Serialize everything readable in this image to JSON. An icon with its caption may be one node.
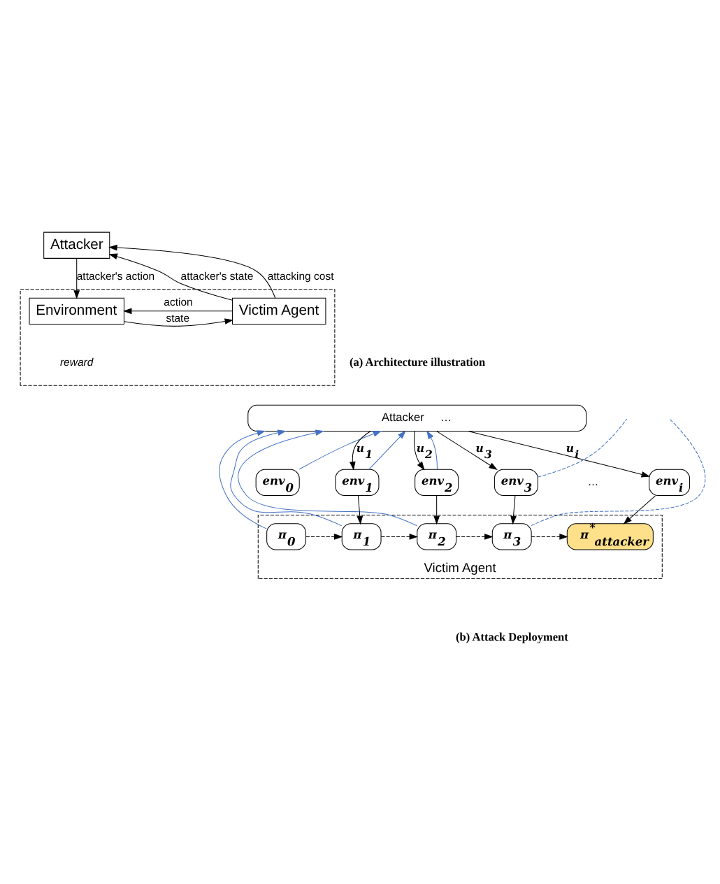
{
  "diagram": {
    "nodes": [
      {
        "text": [
          "Attacker"
        ]
      },
      {
        "text": [],
        "shape": "box"
      },
      {
        "text": [
          "Environment"
        ],
        "in": 1
      },
      {
        "text": [
          "Victim Agent"
        ],
        "in": 1
      },
      {
        "text": [
          "Attacker",
          "…"
        ]
      },
      {
        "text": [
          "env$_{0}$"
        ]
      },
      {
        "text": [
          "env$_{1}$"
        ]
      },
      {
        "text": [
          "env$_{2}$"
        ]
      },
      {
        "text": [
          "env$_{3}$"
        ]
      },
      {
        "text": [
          "env$_{i}$"
        ]
      },
      {
        "text": [
          "Victim Agent"
        ]
      },
      {
        "text": [
          "π$_{0}$"
        ],
        "in": 10
      },
      {
        "text": [
          "π$_{1}$"
        ],
        "in": 10
      },
      {
        "text": [
          "π$_{2}$"
        ],
        "in": 10
      },
      {
        "text": [
          "π$_{3}$"
        ],
        "in": 10
      },
      {
        "text": [
          "π$^{*}$$_{attacker}$"
        ],
        "in": 10
      }
    ],
    "edges": [
      {
        "from": 0,
        "to": 2,
        "arrow": "to",
        "label": "attacker's action"
      },
      {
        "from": 3,
        "to": 0,
        "arrow": "to",
        "label": "attacker's state"
      },
      {
        "from": 3,
        "to": 0,
        "arrow": "to",
        "label": "attacking cost"
      },
      {
        "from": 2,
        "to": 3,
        "arrow": "to",
        "label": "state"
      },
      {
        "from": 3,
        "to": 2,
        "arrow": "to",
        "label": "action"
      },
      {
        "from": 4,
        "to": 6,
        "arrow": "to",
        "label": "u$_{1}$"
      },
      {
        "from": 4,
        "to": 7,
        "arrow": "to",
        "label": "u$_{2}$"
      },
      {
        "from": 4,
        "to": 8,
        "arrow": "to",
        "label": "u$_{3}$"
      },
      {
        "from": 4,
        "to": 9,
        "arrow": "to",
        "label": "u$_{i}$"
      },
      {
        "from": 6,
        "to": 12,
        "arrow": "to"
      },
      {
        "from": 7,
        "to": 13,
        "arrow": "to"
      },
      {
        "from": 8,
        "to": 14,
        "arrow": "to"
      },
      {
        "from": 9,
        "to": 15,
        "arrow": "to"
      },
      {
        "from": 11,
        "to": 12,
        "arrow": "to",
        "style": "dashed"
      },
      {
        "from": 12,
        "to": 13,
        "arrow": "to",
        "style": "dashed"
      },
      {
        "from": 13,
        "to": 14,
        "arrow": "to",
        "style": "dashed"
      },
      {
        "from": 14,
        "to": 15,
        "arrow": "to",
        "style": "dashed"
      },
      {
        "from": 5,
        "to": 4,
        "arrow": "to",
        "color": "#4472c4"
      },
      {
        "from": 11,
        "to": 4,
        "arrow": "to",
        "color": "#4472c4"
      },
      {
        "from": 6,
        "to": 4,
        "arrow": "to",
        "color": "#4472c4"
      },
      {
        "from": 12,
        "to": 4,
        "arrow": "to",
        "color": "#4472c4"
      },
      {
        "from": 7,
        "to": 4,
        "arrow": "to",
        "color": "#4472c4"
      },
      {
        "from": 13,
        "to": 4,
        "arrow": "to",
        "color": "#4472c4"
      },
      {
        "from": 8,
        "to": null,
        "arrow": "none",
        "style": "dashed",
        "color": "#4472c4"
      },
      {
        "from": 14,
        "to": null,
        "arrow": "none",
        "style": "dashed",
        "color": "#4472c4"
      }
    ],
    "labels": [
      "reward",
      "(a) Architecture illustration",
      "…",
      "(b) Attack Deployment"
    ]
  }
}
